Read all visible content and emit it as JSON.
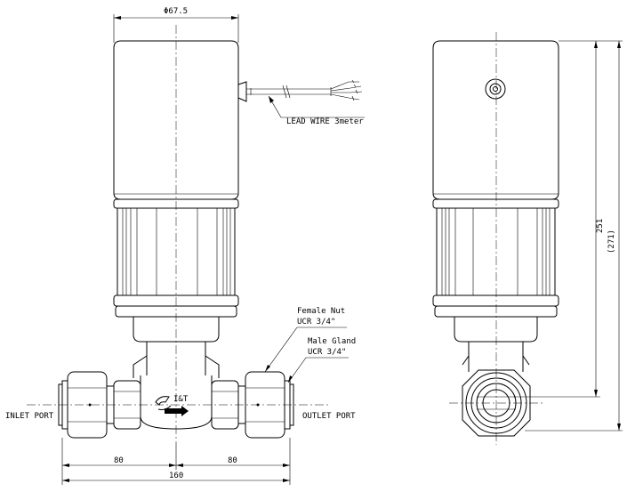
{
  "labels": {
    "diameter": "Φ67.5",
    "lead_wire": "LEAD WIRE 3meter",
    "female_nut_title": "Female Nut",
    "female_nut_spec": "UCR 3/4\"",
    "male_gland_title": "Male Gland",
    "male_gland_spec": "UCR 3/4\"",
    "inlet_port": "INLET PORT",
    "outlet_port": "OUTLET PORT",
    "dim_left": "80",
    "dim_right": "80",
    "dim_total": "160",
    "dim_height": "251",
    "dim_height_ref": "(271)",
    "logo_text": "I&T"
  },
  "colors": {
    "line": "#000000",
    "background": "#ffffff"
  }
}
